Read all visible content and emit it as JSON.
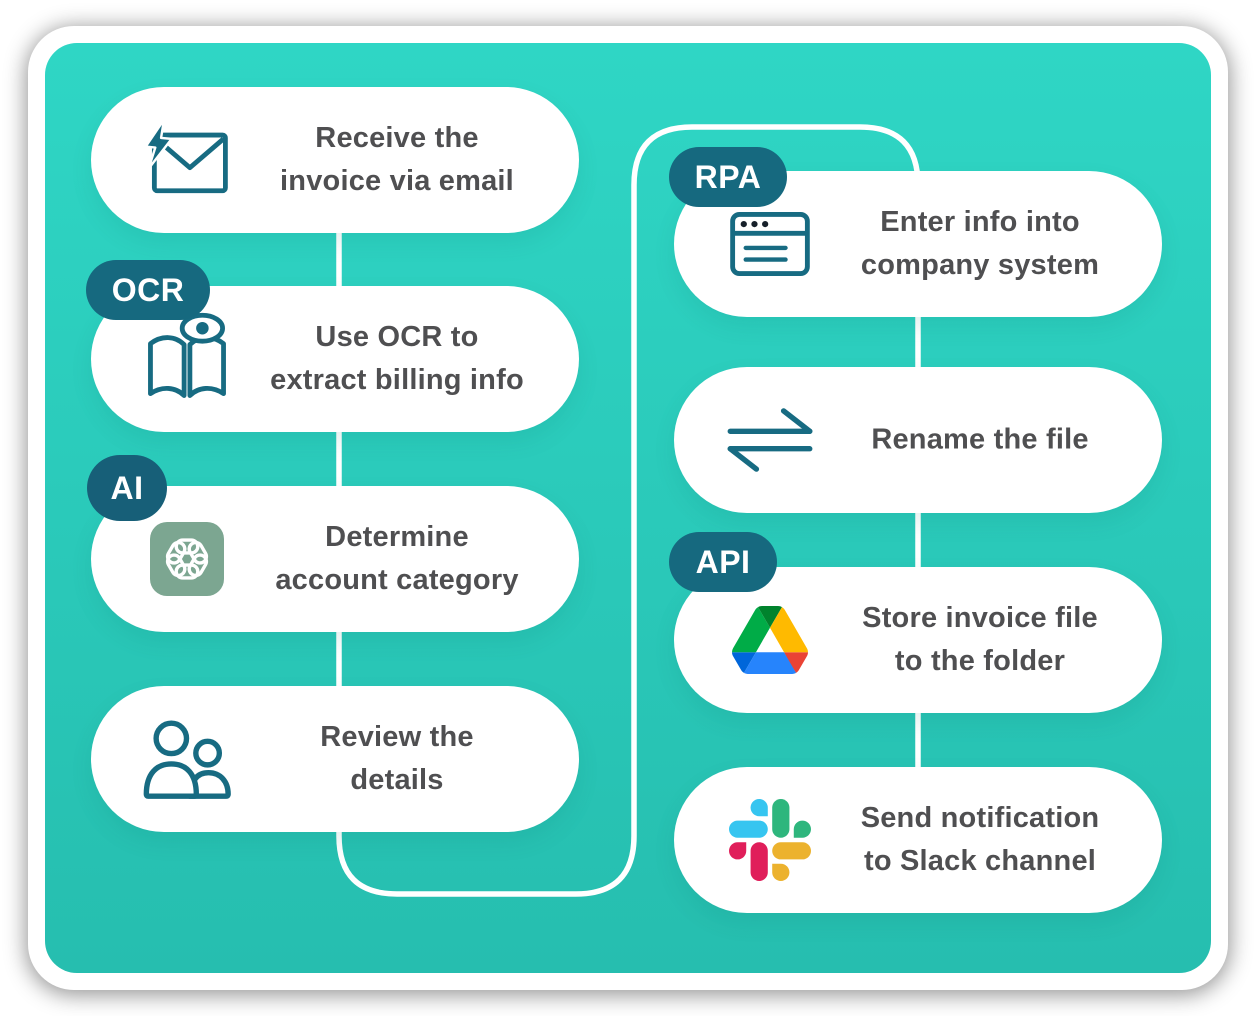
{
  "flow": {
    "left_steps": [
      {
        "label": "Receive the\ninvoice via email",
        "icon": "email-bolt-icon",
        "badge": null
      },
      {
        "label": "Use OCR to\nextract billing info",
        "icon": "book-eye-icon",
        "badge": "OCR"
      },
      {
        "label": "Determine\naccount category",
        "icon": "openai-icon",
        "badge": "AI"
      },
      {
        "label": "Review the\ndetails",
        "icon": "people-icon",
        "badge": null
      }
    ],
    "right_steps": [
      {
        "label": "Enter info into\ncompany system",
        "icon": "browser-window-icon",
        "badge": "RPA"
      },
      {
        "label": "Rename the file",
        "icon": "transfer-arrows-icon",
        "badge": null
      },
      {
        "label": "Store invoice file\nto the folder",
        "icon": "google-drive-icon",
        "badge": "API"
      },
      {
        "label": "Send notification\nto Slack channel",
        "icon": "slack-icon",
        "badge": null
      }
    ],
    "colors": {
      "background_top": "#2FD6C5",
      "background_bottom": "#26BEAF",
      "badge": "#16697F",
      "icon_stroke": "#176B82",
      "label_text": "#4F4F51",
      "connector": "#FFFFFF",
      "openai_chip_bg": "#7CA691",
      "slack": [
        "#36C5F0",
        "#2EB67D",
        "#ECB22E",
        "#E01E5A"
      ],
      "google_drive": [
        "#0066DA",
        "#00AC47",
        "#EA4335",
        "#00832D",
        "#2684FC",
        "#FFBA00"
      ]
    }
  }
}
